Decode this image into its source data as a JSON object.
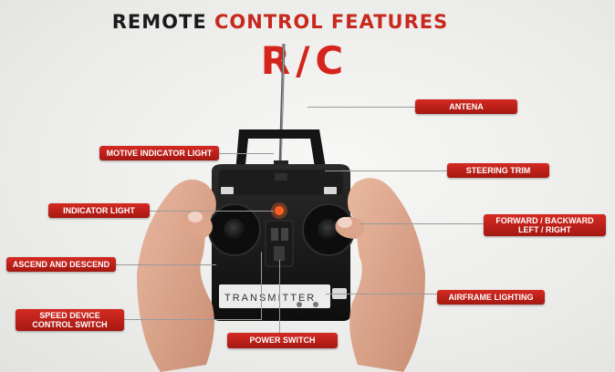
{
  "title": {
    "part1": "REMOTE",
    "part2": "CONTROL FEATURES"
  },
  "subtitle": "R/C",
  "labels": {
    "antena": "ANTENA",
    "motive_indicator_light": "MOTIVE INDICATOR LIGHT",
    "steering_trim": "STEERING TRIM",
    "indicator_light": "INDICATOR LIGHT",
    "forward_backward_line1": "FORWARD / BACKWARD",
    "forward_backward_line2": "LEFT / RIGHT",
    "ascend_and_descend": "ASCEND AND DESCEND",
    "airframe_lighting": "AIRFRAME LIGHTING",
    "speed_device_line1": "SPEED DEVICE",
    "speed_device_line2": "CONTROL SWITCH",
    "power_switch": "POWER SWITCH"
  },
  "device": {
    "panel_text": "TRANSMITTER"
  },
  "colors": {
    "label_red": "#c01f18",
    "title_red": "#d6231b",
    "title_dark": "#1a1a1a"
  }
}
